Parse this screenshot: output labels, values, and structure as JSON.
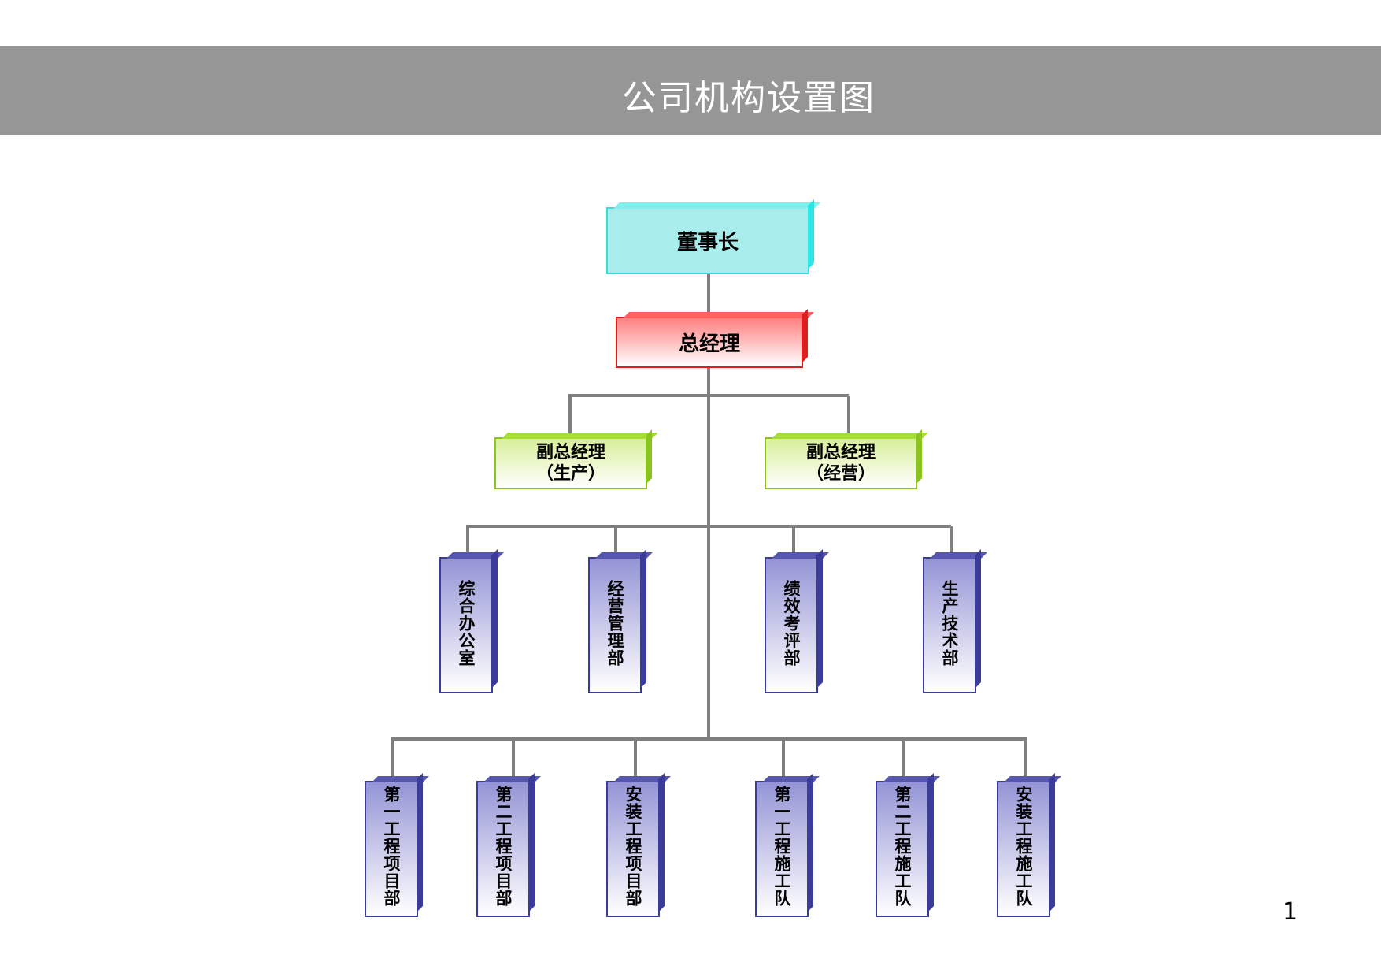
{
  "header": {
    "title": "公司机构设置图"
  },
  "chart": {
    "chairman": "董事长",
    "general_manager": "总经理",
    "vice_managers": [
      {
        "line1": "副总经理",
        "line2": "（生产）"
      },
      {
        "line1": "副总经理",
        "line2": "（经营）"
      }
    ],
    "departments": [
      "综合办公室",
      "经营管理部",
      "绩效考评部",
      "生产技术部"
    ],
    "units": [
      "第一工程项目部",
      "第二工程项目部",
      "安装工程项目部",
      "第一工程施工队",
      "第二工程施工队",
      "安装工程施工队"
    ]
  },
  "footer": {
    "page_number": "1"
  },
  "colors": {
    "header_bg": "#969696",
    "connector": "#7f7f7f",
    "chairman_fill": "#a9ecec",
    "gm_fill": "#ff8080",
    "vp_fill": "#d8ef9a",
    "dept_fill": "#9494d6"
  }
}
